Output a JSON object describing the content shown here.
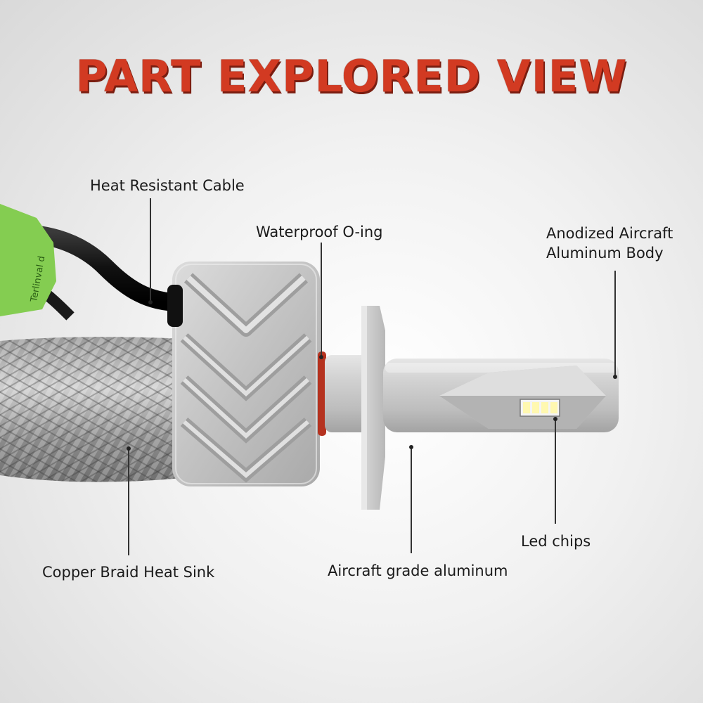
{
  "title": "PART EXPLORED VIEW",
  "labels": {
    "heat_resistant_cable": "Heat Resistant Cable",
    "waterproof_oring": "Waterproof O-ing",
    "anodized_body_line1": "Anodized Aircraft",
    "anodized_body_line2": "Aluminum Body",
    "led_chips": "Led chips",
    "aircraft_grade_aluminum": "Aircraft grade aluminum",
    "copper_braid_heat_sink": "Copper Braid Heat Sink"
  },
  "sticker_text": "Terlinval d",
  "colors": {
    "title": "#d23a22",
    "leader_line": "#333333",
    "sticker": "#7ac943",
    "oring": "#b5321f",
    "housing": "#c4c4c4"
  }
}
